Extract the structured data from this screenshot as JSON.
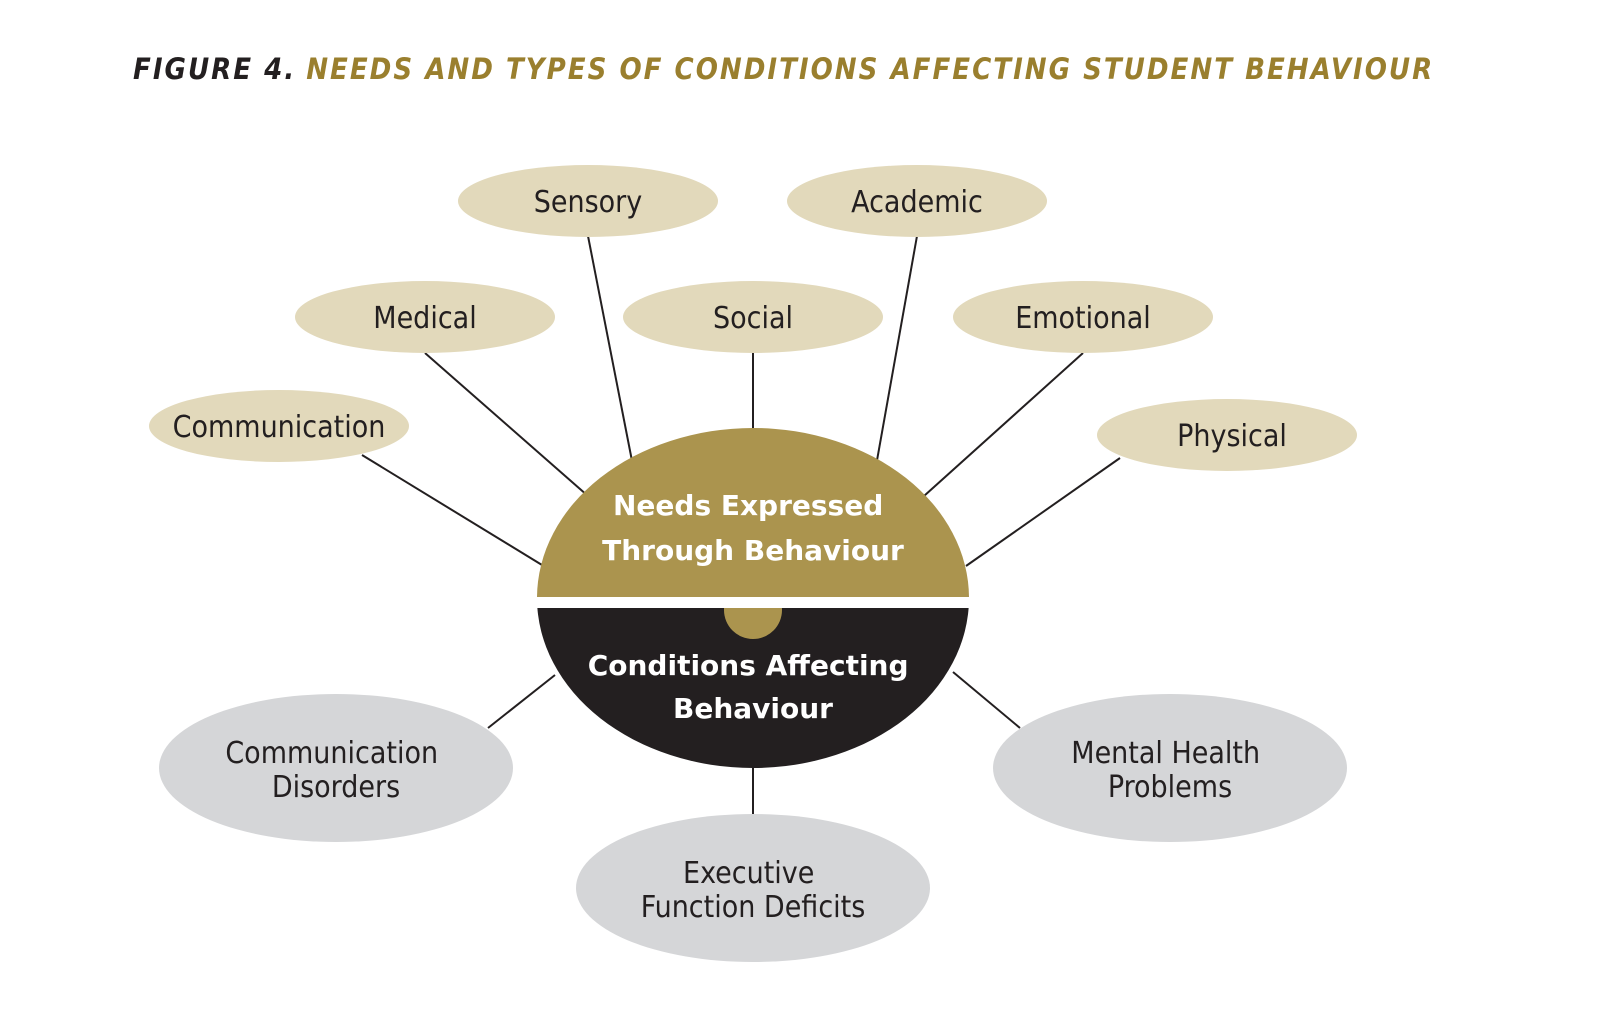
{
  "title": {
    "figure_label": "FIGURE 4.",
    "caption": "NEEDS AND TYPES OF CONDITIONS AFFECTING STUDENT BEHAVIOUR"
  },
  "colors": {
    "gold": "#ab944e",
    "title_gold": "#9a7f2e",
    "need_fill": "#e2d9bb",
    "condition_fill": "#d5d6d8",
    "dark": "#231f20",
    "line": "#231f20"
  },
  "hub": {
    "top_lines": [
      "Needs Expressed",
      "Through Behaviour"
    ],
    "bottom_lines": [
      "Conditions Affecting",
      "Behaviour"
    ]
  },
  "needs": [
    {
      "id": "sensory",
      "label": "Sensory"
    },
    {
      "id": "academic",
      "label": "Academic"
    },
    {
      "id": "medical",
      "label": "Medical"
    },
    {
      "id": "social",
      "label": "Social"
    },
    {
      "id": "emotional",
      "label": "Emotional"
    },
    {
      "id": "communication",
      "label": "Communication"
    },
    {
      "id": "physical",
      "label": "Physical"
    }
  ],
  "conditions": [
    {
      "id": "communication-disorders",
      "lines": [
        "Communication",
        "Disorders"
      ]
    },
    {
      "id": "executive-function-deficits",
      "lines": [
        "Executive",
        "Function Deficits"
      ]
    },
    {
      "id": "mental-health-problems",
      "lines": [
        "Mental Health",
        "Problems"
      ]
    }
  ]
}
